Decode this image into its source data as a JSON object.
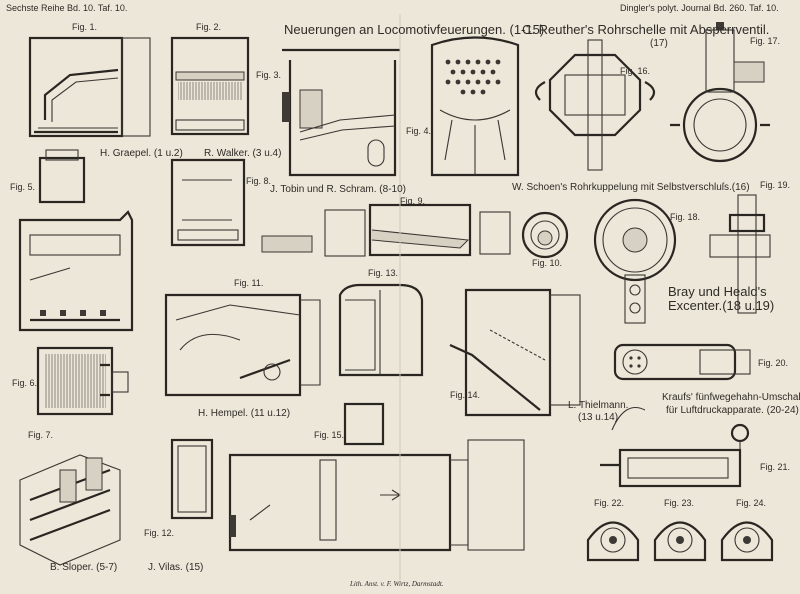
{
  "header": {
    "left": "Sechste Reihe Bd. 10. Taf. 10.",
    "right": "Dingler's polyt. Journal Bd. 260. Taf. 10."
  },
  "titles": {
    "main": "Neuerungen an Locomotivfeuerungen. (1-15)",
    "reuther": "C. Reuther's Rohrschelle mit Absperrventil.",
    "reuther_range": "(17)",
    "schoen": "W. Schoen's Rohrkuppelung mit Selbstverschluſs.(16)",
    "bray_1": "Bray und Heald's",
    "bray_2": "Excenter.(18 u.19)",
    "kraus_1": "Kraufs' fünfwegehahn-Umschalter",
    "kraus_2": "für Luftdruckapparate. (20-24)"
  },
  "captions": {
    "graepel": "H. Graepel. (1 u.2)",
    "walker": "R. Walker. (3 u.4)",
    "tobin": "J. Tobin und R. Schram. (8-10)",
    "hempel": "H. Hempel. (11 u.12)",
    "thielmann": "L. Thielmann.",
    "thielmann_range": "(13 u.14)",
    "sloper": "B. Sloper. (5-7)",
    "vilas": "J. Vilas. (15)"
  },
  "figures": {
    "f1": "Fig. 1.",
    "f2": "Fig. 2.",
    "f3": "Fig. 3.",
    "f4": "Fig. 4.",
    "f5": "Fig. 5.",
    "f6": "Fig. 6.",
    "f7": "Fig. 7.",
    "f8": "Fig. 8.",
    "f9": "Fig. 9.",
    "f10": "Fig. 10.",
    "f11": "Fig. 11.",
    "f12": "Fig. 12.",
    "f13": "Fig. 13.",
    "f14": "Fig. 14.",
    "f15": "Fig. 15.",
    "f16": "Fig. 16.",
    "f17": "Fig. 17.",
    "f18": "Fig. 18.",
    "f19": "Fig. 19.",
    "f20": "Fig. 20.",
    "f21": "Fig. 21.",
    "f22": "Fig. 22.",
    "f23": "Fig. 23.",
    "f24": "Fig. 24."
  },
  "imprint": "Lith. Anst. v. F. Wirtz, Darmstadt."
}
